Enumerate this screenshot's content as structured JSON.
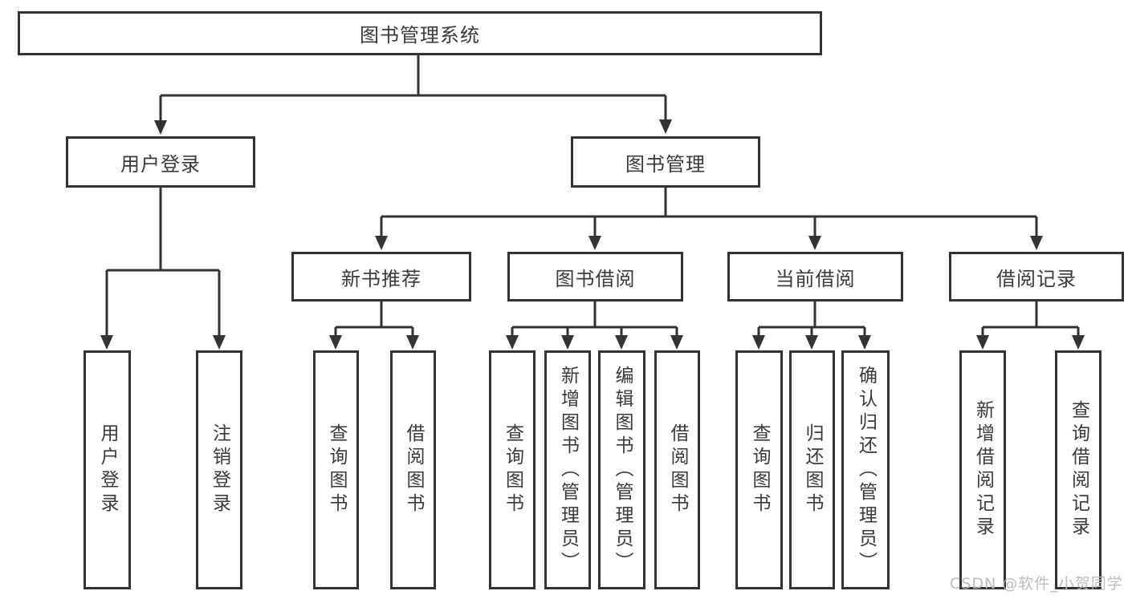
{
  "diagram_title": "图书管理系统",
  "nodes": {
    "root": "图书管理系统",
    "level2": [
      "用户登录",
      "图书管理"
    ],
    "level3": [
      "新书推荐",
      "图书借阅",
      "当前借阅",
      "借阅记录"
    ],
    "leaves": [
      "用户登录",
      "注销登录",
      "查询图书",
      "借阅图书",
      "查询图书",
      "新增图书（管理员）",
      "编辑图书（管理员）",
      "借阅图书",
      "查询图书",
      "归还图书",
      "确认归还（管理员）",
      "新增借阅记录",
      "查询借阅记录"
    ]
  },
  "watermark": "CSDN @软件_小贺同学",
  "colors": {
    "line": "#333333",
    "text": "#3a3a3a",
    "background": "#ffffff",
    "watermark": "#b8b8b8"
  }
}
